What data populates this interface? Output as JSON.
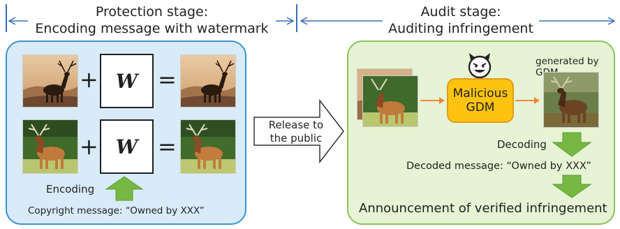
{
  "protection": {
    "title_line1": "Protection stage:",
    "title_line2": "Encoding message with watermark",
    "watermark_symbol": "W",
    "plus": "+",
    "equals": "=",
    "encoding_label": "Encoding",
    "copyright_message": "Copyright message: “Owned by XXX”"
  },
  "release": {
    "line1": "Release to",
    "line2": "the public"
  },
  "audit": {
    "title_line1": "Audit stage:",
    "title_line2": "Auditing infringement",
    "generated_label": "generated by GDM",
    "gdm_line1": "Malicious",
    "gdm_line2": "GDM",
    "decoding_label": "Decoding",
    "decoded_message": "Decoded message: “Owned by XXX”",
    "announcement": "Announcement of verified infringement"
  },
  "colors": {
    "left_panel_bg": "#d9ebf8",
    "left_panel_border": "#3a93d0",
    "right_panel_bg": "#e6f3d4",
    "right_panel_border": "#8cc35a",
    "stage_arrow": "#3a6fb5",
    "green_arrow": "#77b843",
    "gdm_box": "#fcc310",
    "orange_arrow": "#f0883a"
  },
  "icons": [
    "devil-face-icon"
  ]
}
